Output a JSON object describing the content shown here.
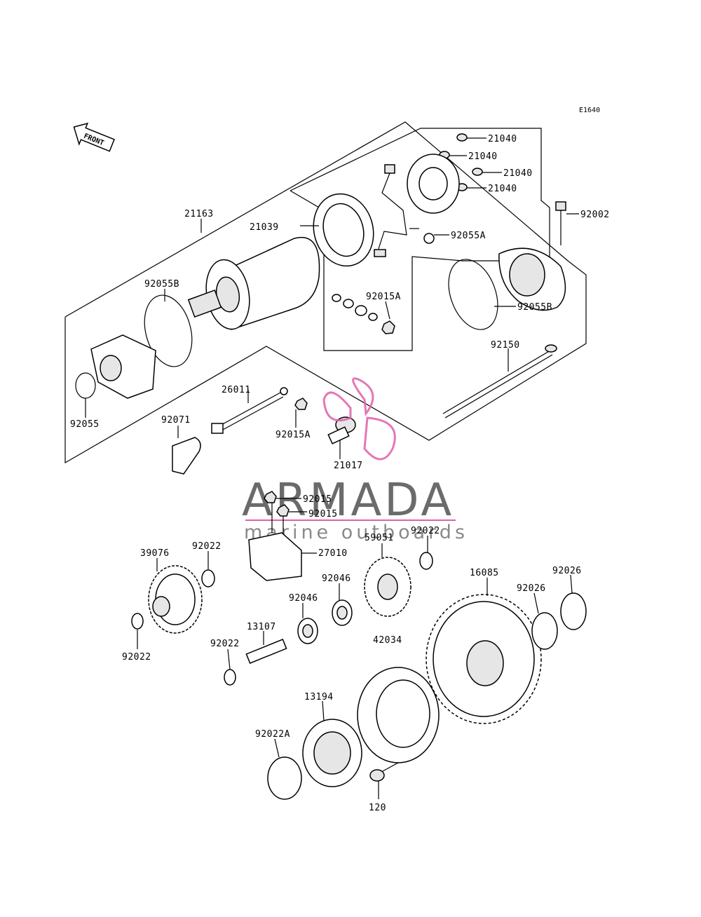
{
  "diagram_code": "E1640",
  "front_label": "FRONT",
  "watermark": {
    "brand": "ARMADA",
    "tagline": "marine outboards",
    "accent": "#e060a8",
    "gray": "#6b6b6b"
  },
  "labels": {
    "p21040a": "21040",
    "p21040b": "21040",
    "p21040c": "21040",
    "p21040d": "21040",
    "p92002": "92002",
    "p21163": "21163",
    "p21039": "21039",
    "p92055A": "92055A",
    "p92055B_left": "92055B",
    "p92015A_top": "92015A",
    "p92055B_right": "92055B",
    "p92150": "92150",
    "p92055": "92055",
    "p26011": "26011",
    "p92071": "92071",
    "p92015A_bottom": "92015A",
    "p21017": "21017",
    "p92015a": "92015",
    "p92015b": "92015",
    "p27010": "27010",
    "p59051": "59051",
    "p92022_top": "92022",
    "p39076": "39076",
    "p92022_left": "92022",
    "p92046a": "92046",
    "p92046b": "92046",
    "p16085": "16085",
    "p92026a": "92026",
    "p92026b": "92026",
    "p92022_bl": "92022",
    "p13107": "13107",
    "p92022_mid": "92022",
    "p42034": "42034",
    "p13194": "13194",
    "p92022A": "92022A",
    "p120": "120"
  }
}
